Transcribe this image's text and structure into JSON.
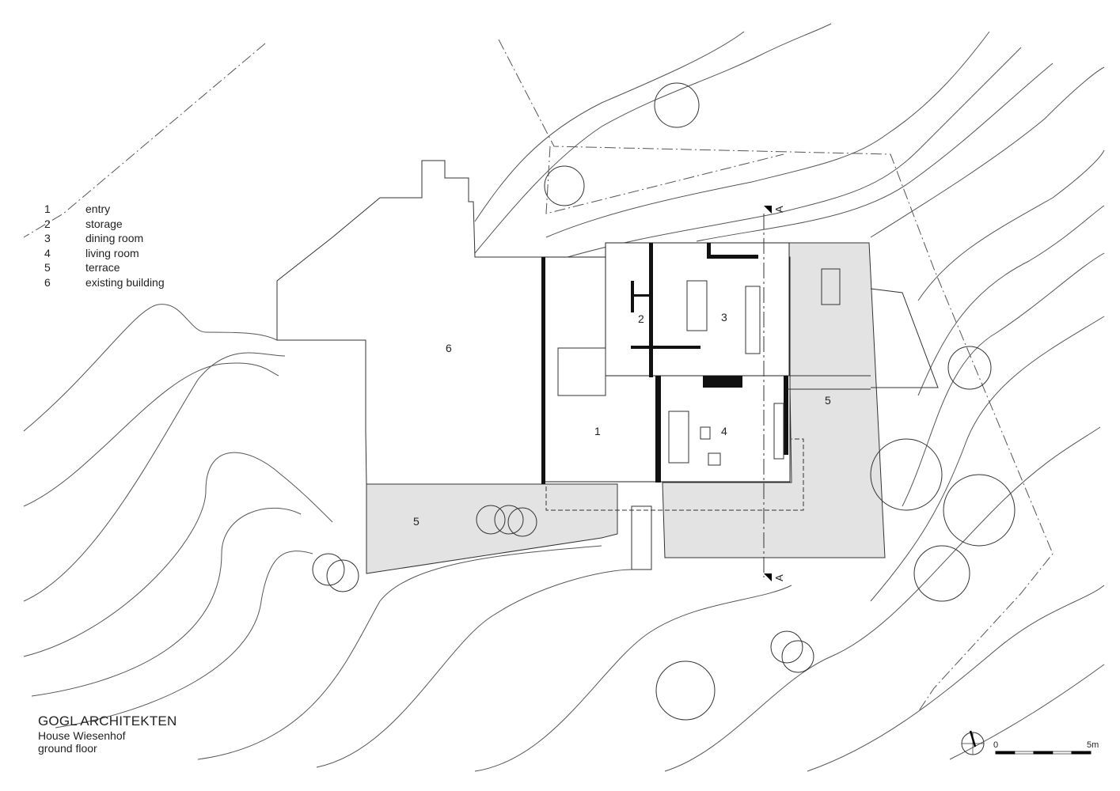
{
  "legend": [
    {
      "num": "1",
      "label": "entry"
    },
    {
      "num": "2",
      "label": "storage"
    },
    {
      "num": "3",
      "label": "dining room"
    },
    {
      "num": "4",
      "label": "living room"
    },
    {
      "num": "5",
      "label": "terrace"
    },
    {
      "num": "6",
      "label": "existing building"
    }
  ],
  "title_block": {
    "firm": "GOGL ARCHITEKTEN",
    "project": "House Wiesenhof",
    "drawing": "ground floor"
  },
  "plan_labels": {
    "entry": "1",
    "storage": "2",
    "dining": "3",
    "living": "4",
    "terrace_east": "5",
    "terrace_west": "5",
    "existing": "6"
  },
  "section_marks": {
    "top": "A",
    "bottom": "A"
  },
  "scale_bar": {
    "start": "0",
    "end": "5m"
  }
}
